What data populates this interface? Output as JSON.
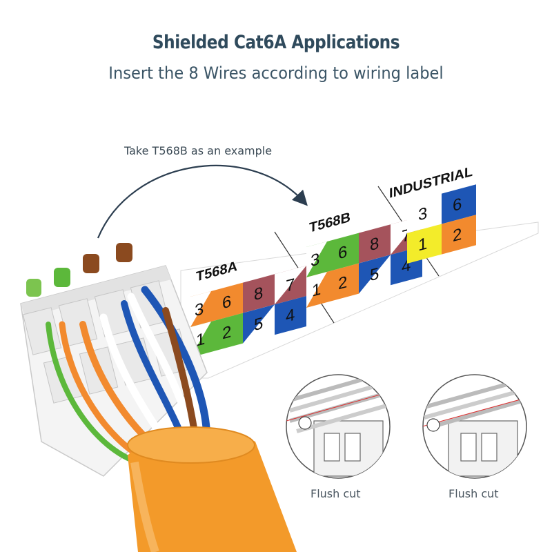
{
  "header": {
    "title": "Shielded Cat6A Applications",
    "subtitle": "Insert the 8 Wires according to wiring label"
  },
  "annotation": {
    "example_note": "Take T568B as an example"
  },
  "labels": {
    "t568a": {
      "name": "T568A",
      "top": [
        "3",
        "6",
        "8",
        "7"
      ],
      "bottom": [
        "1",
        "2",
        "5",
        "4"
      ]
    },
    "t568b": {
      "name": "T568B",
      "top": [
        "3",
        "6",
        "8",
        "7"
      ],
      "bottom": [
        "1",
        "2",
        "5",
        "4"
      ]
    },
    "industrial": {
      "name": "INDUSTRIAL",
      "top": [
        "3",
        "6"
      ],
      "bottom": [
        "1",
        "2"
      ]
    }
  },
  "insets": [
    {
      "caption": "Flush cut"
    },
    {
      "caption": "Flush cut"
    }
  ],
  "colors": {
    "title": "#2f4a5c",
    "orange": "#f28a2e",
    "green": "#5cb83b",
    "brown": "#a5535c",
    "blue": "#1e56b5",
    "yellow": "#f3ec2a",
    "jacket": "#f39a2a"
  }
}
